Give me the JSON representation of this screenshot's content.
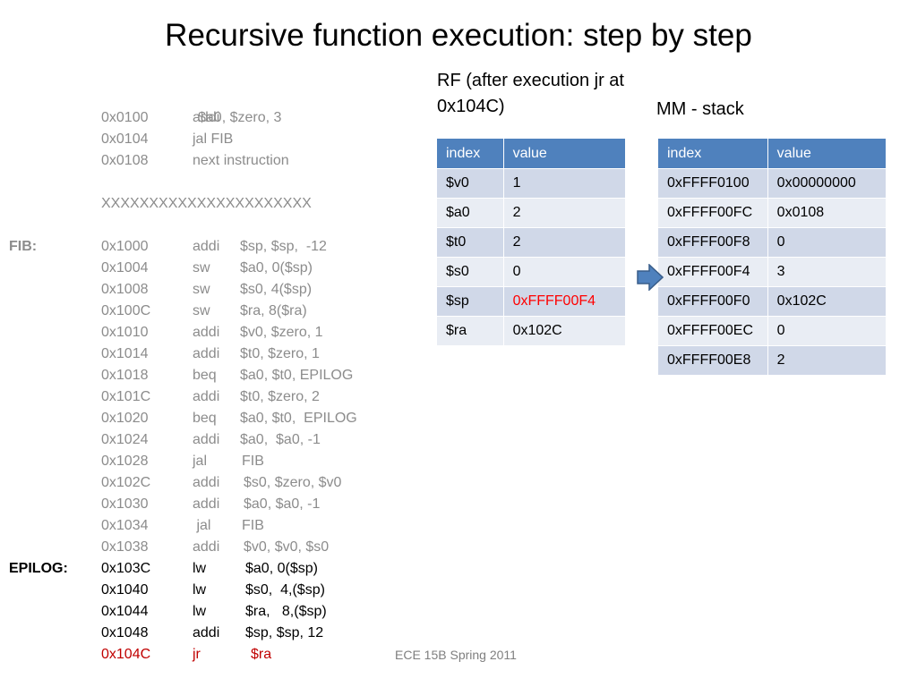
{
  "title": "Recursive function execution: step by step",
  "footer": "ECE 15B Spring 2011",
  "code": [
    {
      "label": "",
      "addr": "0x0100",
      "op": "addi",
      "args": "$a0, $zero, 3",
      "opgap": 6,
      "color": "gray"
    },
    {
      "label": "",
      "addr": "0x0104",
      "op": "jal FIB",
      "args": "",
      "opgap": 0,
      "color": "gray"
    },
    {
      "label": "",
      "addr": "0x0108",
      "op": "next instruction",
      "args": "",
      "opgap": 0,
      "color": "gray"
    },
    {
      "label": "",
      "addr": "",
      "op": "",
      "args": "",
      "opgap": 0,
      "color": "gray"
    },
    {
      "label": "",
      "addr": "XXXXXXXXXXXXXXXXXXXXXX",
      "op": "",
      "args": "",
      "opgap": 0,
      "color": "gray"
    },
    {
      "label": "",
      "addr": "",
      "op": "",
      "args": "",
      "opgap": 0,
      "color": "gray"
    },
    {
      "label": "FIB:",
      "addr": "0x1000",
      "op": "addi",
      "args": "$sp, $sp,  -12",
      "opgap": 53,
      "color": "gray"
    },
    {
      "label": "",
      "addr": "0x1004",
      "op": "sw",
      "args": "$a0, 0($sp)",
      "opgap": 53,
      "color": "gray"
    },
    {
      "label": "",
      "addr": "0x1008",
      "op": "sw",
      "args": "$s0, 4($sp)",
      "opgap": 53,
      "color": "gray"
    },
    {
      "label": "",
      "addr": "0x100C",
      "op": "sw",
      "args": "$ra, 8($ra)",
      "opgap": 53,
      "color": "gray"
    },
    {
      "label": "",
      "addr": "0x1010",
      "op": "addi",
      "args": "$v0, $zero, 1",
      "opgap": 53,
      "color": "gray"
    },
    {
      "label": "",
      "addr": "0x1014",
      "op": "addi",
      "args": "$t0, $zero, 1",
      "opgap": 53,
      "color": "gray"
    },
    {
      "label": "",
      "addr": "0x1018",
      "op": "beq",
      "args": "$a0, $t0, EPILOG",
      "opgap": 53,
      "color": "gray"
    },
    {
      "label": "",
      "addr": "0x101C",
      "op": "addi",
      "args": "$t0, $zero, 2",
      "opgap": 53,
      "color": "gray"
    },
    {
      "label": "",
      "addr": "0x1020",
      "op": "beq",
      "args": "$a0, $t0,  EPILOG",
      "opgap": 53,
      "color": "gray"
    },
    {
      "label": "",
      "addr": "0x1024",
      "op": "addi",
      "args": "$a0,  $a0, -1",
      "opgap": 53,
      "color": "gray"
    },
    {
      "label": "",
      "addr": "0x1028",
      "op": "jal",
      "args": "FIB",
      "opgap": 55,
      "color": "gray"
    },
    {
      "label": "",
      "addr": "0x102C",
      "op": "addi",
      "args": "$s0, $zero, $v0",
      "opgap": 57,
      "color": "gray"
    },
    {
      "label": "",
      "addr": "0x1030",
      "op": "addi",
      "args": "$a0, $a0, -1",
      "opgap": 57,
      "color": "gray"
    },
    {
      "label": "",
      "addr": "0x1034",
      "op": " jal",
      "args": "FIB",
      "opgap": 55,
      "color": "gray"
    },
    {
      "label": "",
      "addr": "0x1038",
      "op": "addi",
      "args": "$v0, $v0, $s0",
      "opgap": 57,
      "color": "gray"
    },
    {
      "label": "EPILOG:",
      "addr": "0x103C",
      "op": "lw",
      "args": "$a0, 0($sp)",
      "opgap": 59,
      "color": "black"
    },
    {
      "label": "",
      "addr": "0x1040",
      "op": "lw",
      "args": "$s0,  4,($sp)",
      "opgap": 59,
      "color": "black"
    },
    {
      "label": "",
      "addr": "0x1044",
      "op": "lw",
      "args": "$ra,   8,($sp)",
      "opgap": 59,
      "color": "black"
    },
    {
      "label": "",
      "addr": "0x1048",
      "op": "addi",
      "args": "$sp, $sp, 12",
      "opgap": 59,
      "color": "black"
    },
    {
      "label": "",
      "addr": "0x104C",
      "op": "jr",
      "args": "$ra",
      "opgap": 65,
      "color": "red"
    }
  ],
  "rf": {
    "caption": "RF (after execution jr at 0x104C)",
    "headers": [
      "index",
      "value"
    ],
    "rows": [
      {
        "index": "$v0",
        "value": "1",
        "highlight": false
      },
      {
        "index": "$a0",
        "value": "2",
        "highlight": false
      },
      {
        "index": "$t0",
        "value": "2",
        "highlight": false
      },
      {
        "index": "$s0",
        "value": "0",
        "highlight": false
      },
      {
        "index": "$sp",
        "value": "0xFFFF00F4",
        "highlight": true
      },
      {
        "index": "$ra",
        "value": "0x102C",
        "highlight": false
      }
    ]
  },
  "mm": {
    "caption": "MM - stack",
    "headers": [
      "index",
      "value"
    ],
    "rows": [
      {
        "index": "0xFFFF0100",
        "value": "0x00000000"
      },
      {
        "index": "0xFFFF00FC",
        "value": "0x0108"
      },
      {
        "index": "0xFFFF00F8",
        "value": "0"
      },
      {
        "index": "0xFFFF00F4",
        "value": "3"
      },
      {
        "index": "0xFFFF00F0",
        "value": "0x102C"
      },
      {
        "index": "0xFFFF00EC",
        "value": "0"
      },
      {
        "index": "0xFFFF00E8",
        "value": "2"
      }
    ]
  },
  "colors": {
    "header": "#4f81bd",
    "row_odd": "#d0d8e8",
    "row_even": "#e9edf4",
    "code_gray": "#8c8c8c",
    "code_red": "#c00000",
    "sp_red": "#ff0000",
    "arrow": "#4f81bd"
  },
  "stack_pointer_arrow": {
    "icon": "right-arrow-icon",
    "points_to_row": 3
  }
}
